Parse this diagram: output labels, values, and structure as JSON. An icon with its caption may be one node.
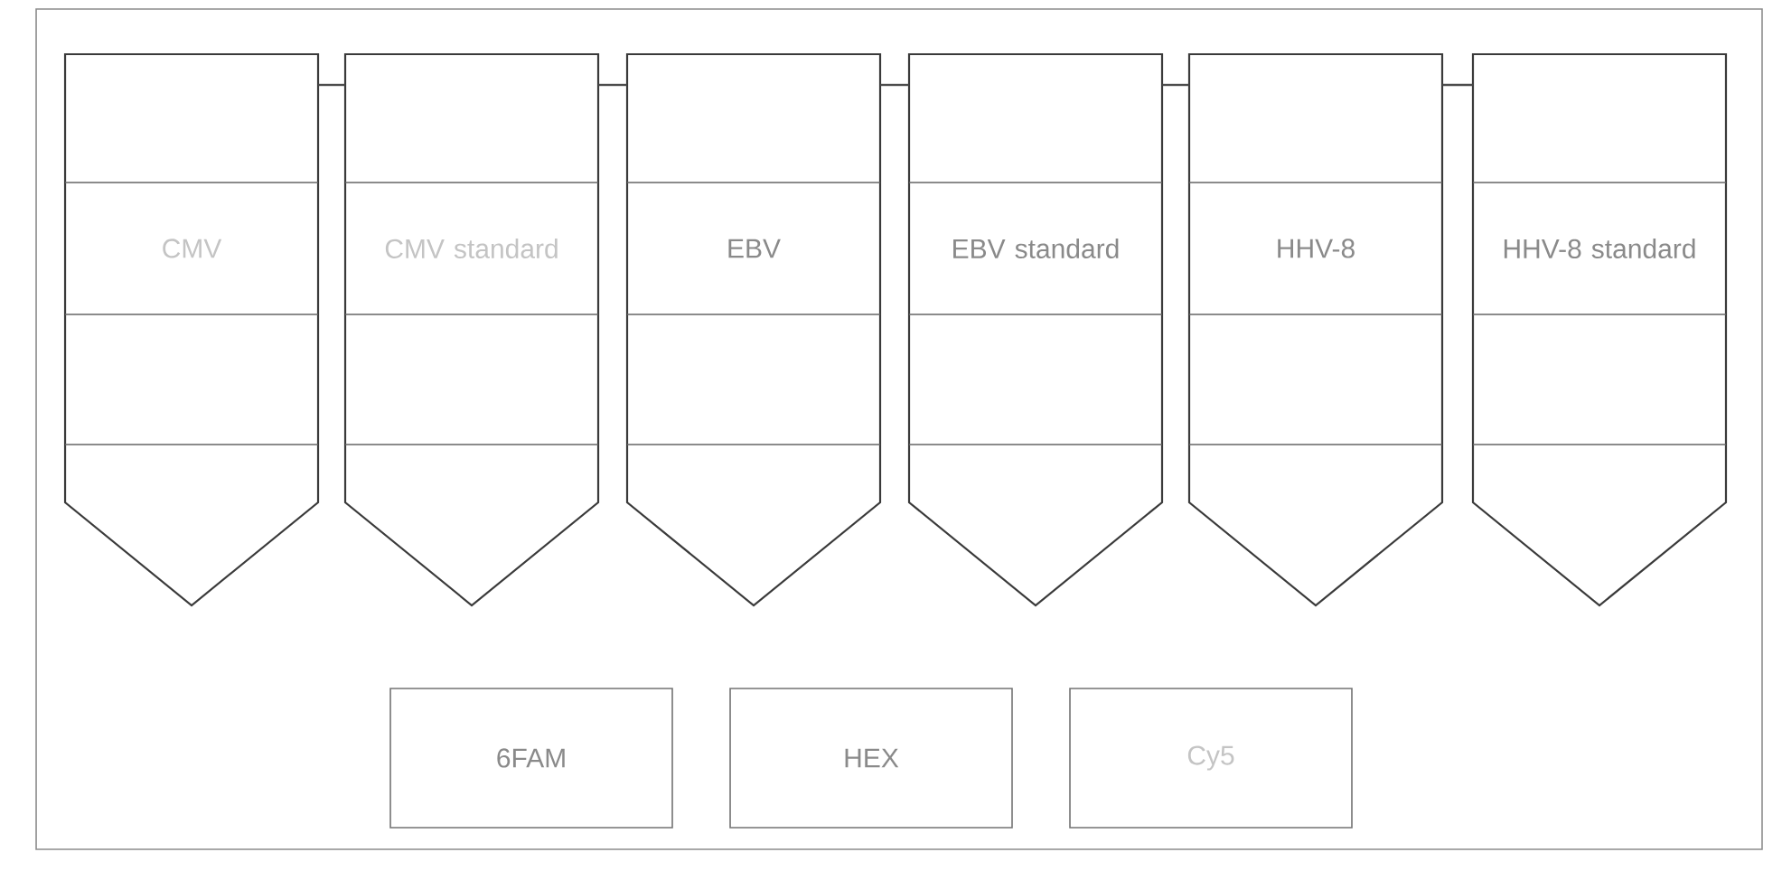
{
  "diagram": {
    "nodes": [
      {
        "text": [
          "CMV"
        ]
      },
      {
        "text": [
          "CMV standard"
        ]
      },
      {
        "text": [
          "EBV"
        ]
      },
      {
        "text": [
          "EBV standard"
        ]
      },
      {
        "text": [
          "HHV-8"
        ]
      },
      {
        "text": [
          "HHV-8 standard"
        ]
      },
      {
        "text": [
          "6FAM"
        ]
      },
      {
        "text": [
          "HEX"
        ]
      },
      {
        "text": [
          "Cy5"
        ]
      }
    ],
    "edges": [
      {
        "from": 0,
        "to": 1,
        "arrow": "none"
      },
      {
        "from": 1,
        "to": 2,
        "arrow": "none"
      },
      {
        "from": 2,
        "to": 3,
        "arrow": "none"
      },
      {
        "from": 3,
        "to": 4,
        "arrow": "none"
      },
      {
        "from": 4,
        "to": 5,
        "arrow": "none"
      }
    ]
  }
}
